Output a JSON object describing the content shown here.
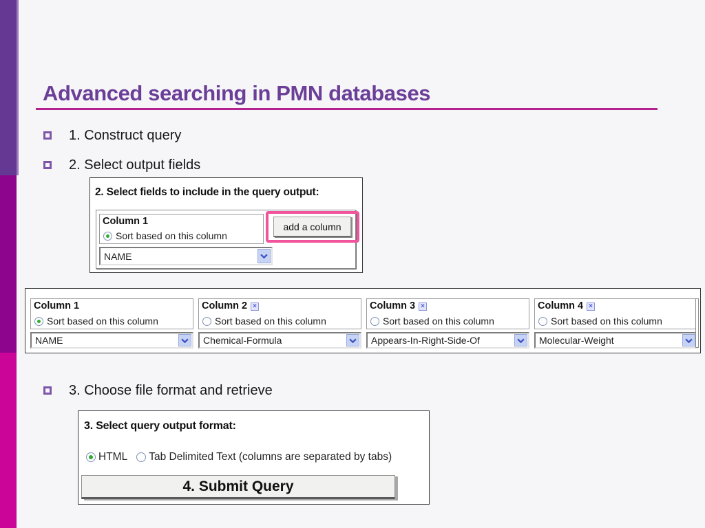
{
  "slide": {
    "title": "Advanced searching in PMN databases",
    "bullets": [
      "1. Construct query",
      "2. Select output fields",
      "3. Choose file format and retrieve"
    ]
  },
  "icons": {
    "close_x": "×"
  },
  "select_fields_panel": {
    "heading": "2. Select fields to include in the query output:",
    "column_label": "Column 1",
    "sort_label": "Sort based on this column",
    "sort_selected": true,
    "dropdown_value": "NAME",
    "add_button_label": "add a column"
  },
  "columns_strip": {
    "sort_label": "Sort based on this column",
    "columns": [
      {
        "label": "Column 1",
        "closable": false,
        "sort_selected": true,
        "dropdown_value": "NAME"
      },
      {
        "label": "Column 2",
        "closable": true,
        "sort_selected": false,
        "dropdown_value": "Chemical-Formula"
      },
      {
        "label": "Column 3",
        "closable": true,
        "sort_selected": false,
        "dropdown_value": "Appears-In-Right-Side-Of"
      },
      {
        "label": "Column 4",
        "closable": true,
        "sort_selected": false,
        "dropdown_value": "Molecular-Weight"
      }
    ]
  },
  "output_format_panel": {
    "heading": "3. Select query output format:",
    "options": [
      {
        "label": "HTML",
        "selected": true
      },
      {
        "label": "Tab Delimited Text (columns are separated by tabs)",
        "selected": false
      }
    ],
    "submit_label": "4. Submit Query"
  },
  "colors": {
    "accent_purple": "#6b3e98",
    "rule_magenta": "#b5218e",
    "stripe_purple": "#653894",
    "stripe_dark_magenta": "#8c058c",
    "stripe_magenta": "#cc0599",
    "highlight_pink": "#f0549c",
    "radio_selected_green": "#2fae2f"
  }
}
